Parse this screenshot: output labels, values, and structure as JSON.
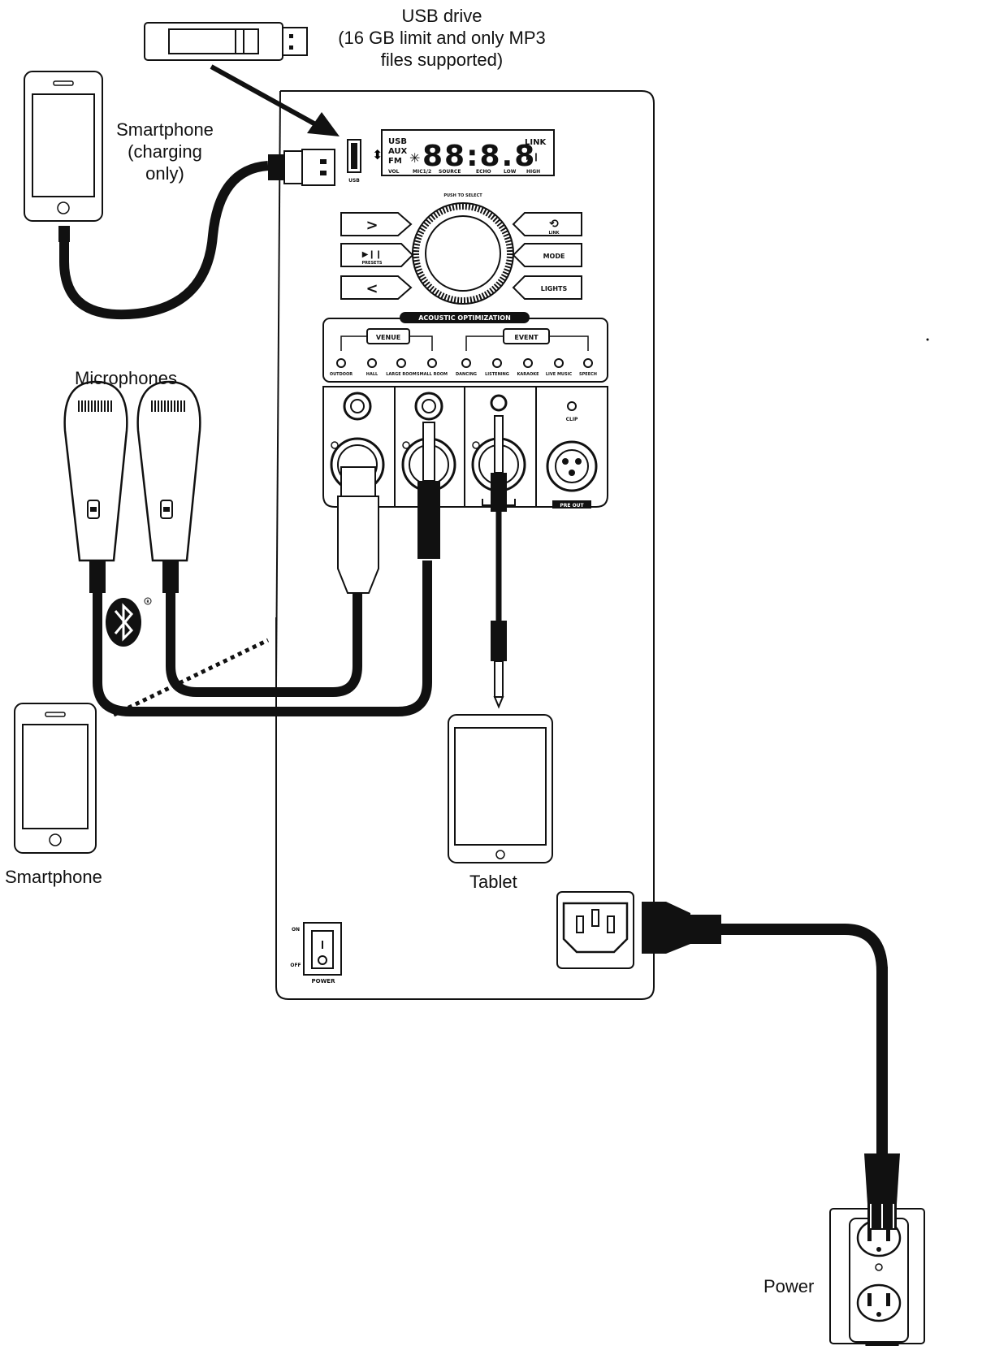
{
  "labels": {
    "usb_drive": "USB drive",
    "usb_drive_note_1": "(16 GB limit and only MP3",
    "usb_drive_note_2": "files supported)",
    "smartphone_charging_1": "Smartphone",
    "smartphone_charging_2": "(charging",
    "smartphone_charging_3": "only)",
    "microphones": "Microphones",
    "tablet": "Tablet",
    "smartphone": "Smartphone",
    "power": "Power"
  },
  "panel": {
    "usb_port": "USB",
    "display_left": [
      "USB",
      "AUX",
      "FM"
    ],
    "display_digits": "88:8.8",
    "display_right": [
      "LINK",
      "▶❙"
    ],
    "display_bottom": [
      "VOL",
      "MIC1/2",
      "SOURCE",
      "ECHO",
      "LOW",
      "HIGH"
    ],
    "knob_label": "PUSH TO SELECT",
    "btn_next": ">",
    "btn_play": "▶❙❙",
    "btn_play_sub": "PRESETS",
    "btn_prev": "<",
    "btn_repeat": "⟲",
    "btn_repeat_sub": "LINK",
    "btn_mode": "MODE",
    "btn_lights": "LIGHTS",
    "acoustic_title": "ACOUSTIC OPTIMIZATION",
    "venue_title": "VENUE",
    "event_title": "EVENT",
    "venue_options": [
      "OUTDOOR",
      "HALL",
      "LARGE ROOM",
      "SMALL ROOM"
    ],
    "event_options": [
      "DANCING",
      "LISTENING",
      "KARAOKE",
      "LIVE MUSIC",
      "SPEECH"
    ],
    "clip_label": "CLIP",
    "pre_out_label": "PRE OUT",
    "power_on": "ON",
    "power_off": "OFF",
    "power_label": "POWER"
  },
  "colors": {
    "line": "#111111",
    "background": "#ffffff",
    "cable": "#111111"
  },
  "icons": [
    "bluetooth-icon",
    "usb-icon",
    "registered-mark-icon"
  ]
}
